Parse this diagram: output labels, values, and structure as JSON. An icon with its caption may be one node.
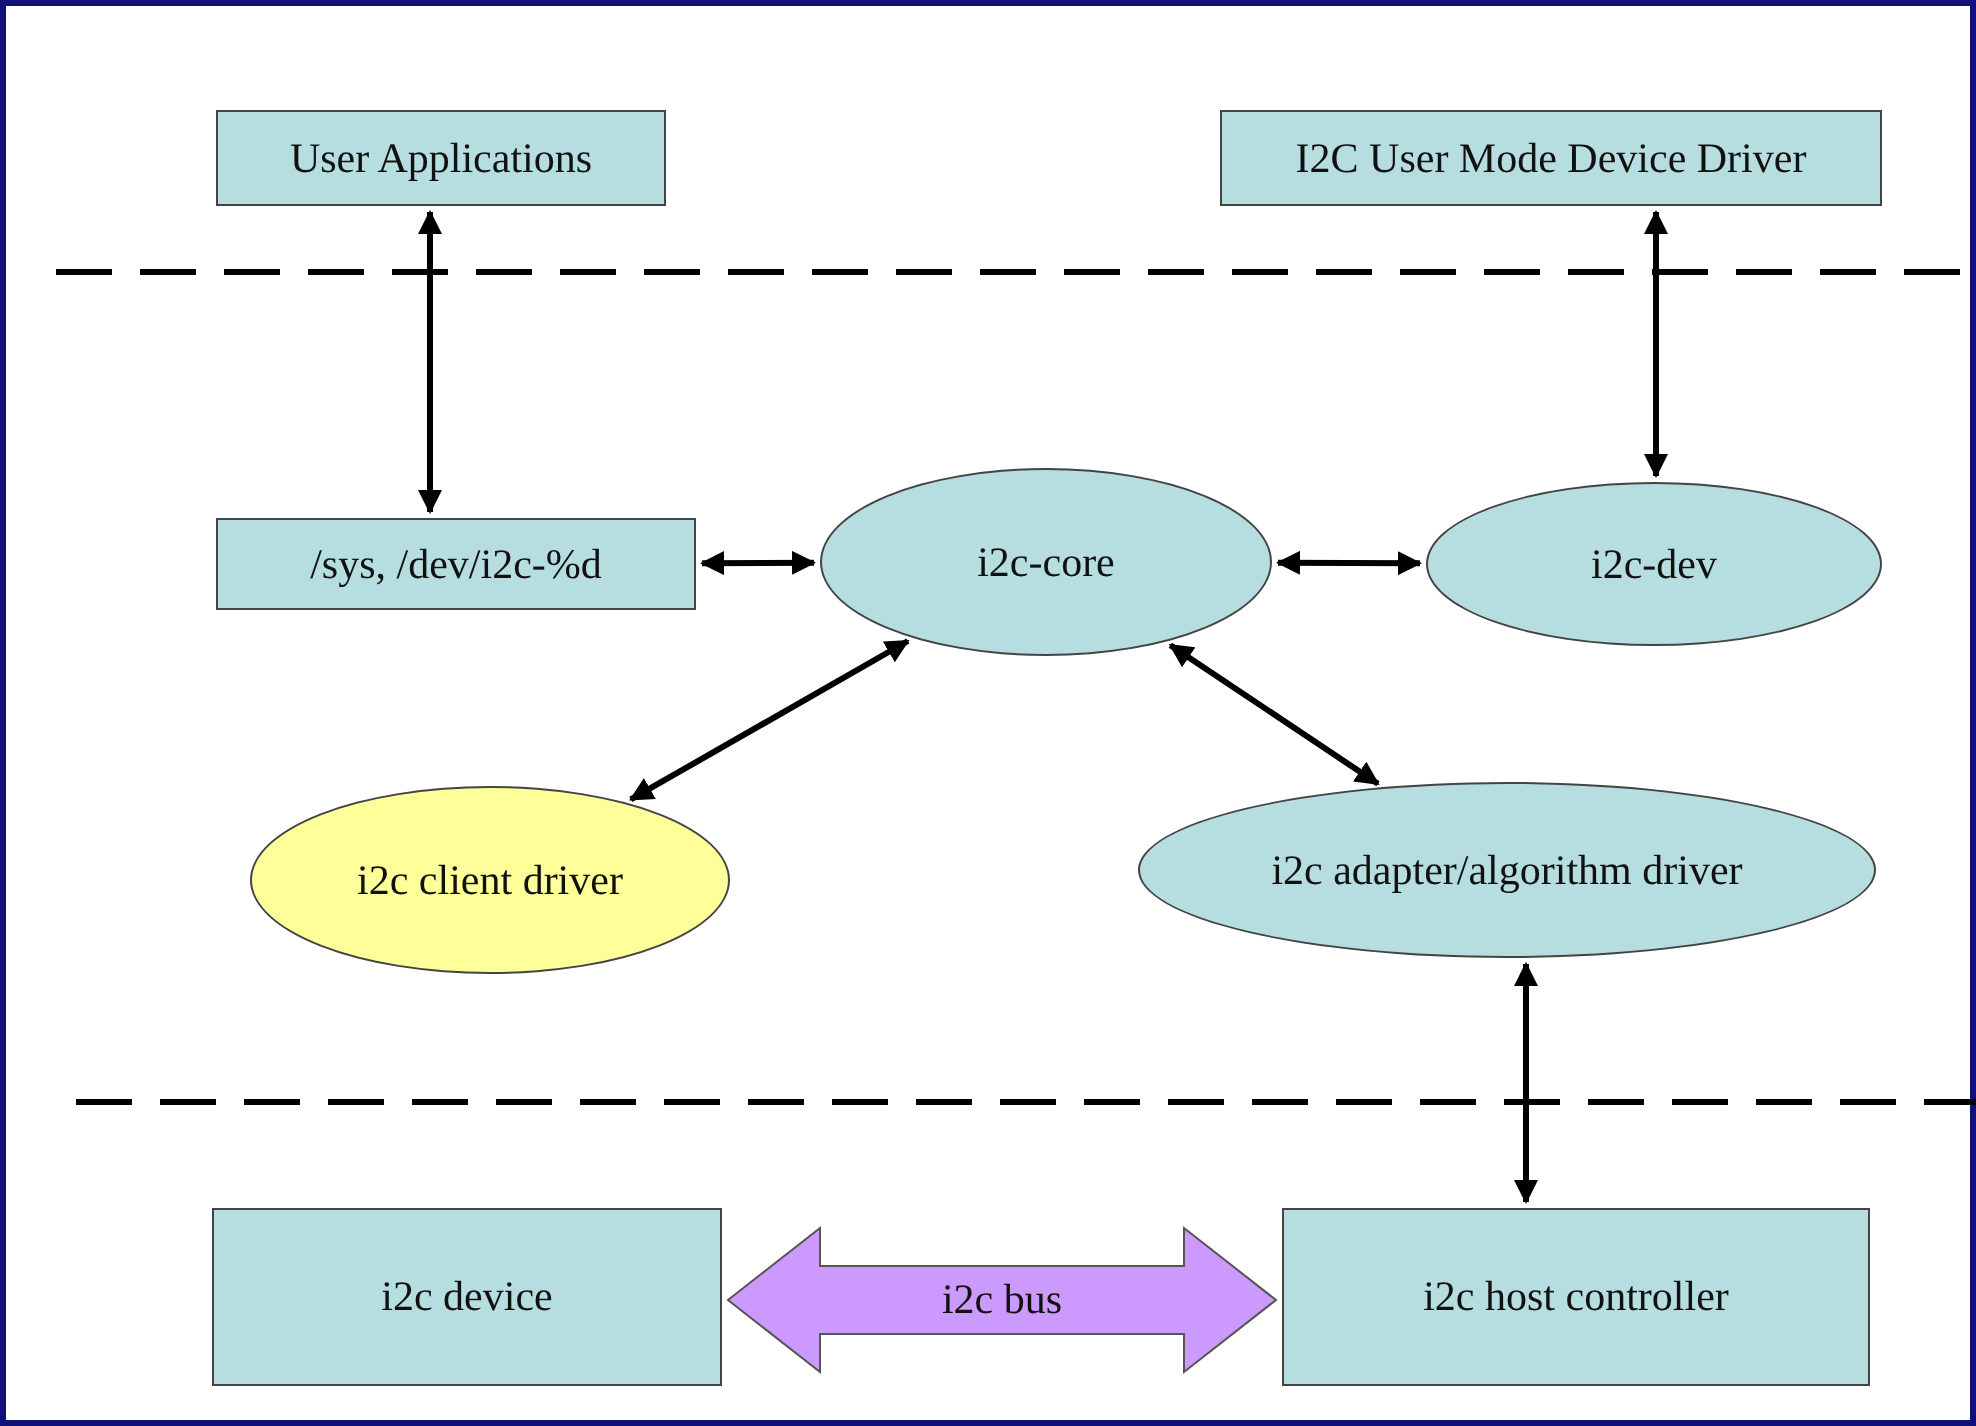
{
  "diagram": {
    "nodes": [
      {
        "text": [
          "User Applications"
        ]
      },
      {
        "text": [
          "I2C User Mode Device Driver"
        ]
      },
      {
        "text": [
          "/sys, /dev/i2c-%d"
        ]
      },
      {
        "text": [
          "i2c-core"
        ]
      },
      {
        "text": [
          "i2c-dev"
        ]
      },
      {
        "text": [
          "i2c client driver"
        ]
      },
      {
        "text": [
          "i2c adapter/algorithm driver"
        ]
      },
      {
        "text": [
          "i2c device"
        ]
      },
      {
        "text": [
          "i2c host controller"
        ]
      }
    ],
    "edges": [
      {
        "from": 0,
        "to": 2,
        "arrow": "both"
      },
      {
        "from": 1,
        "to": 4,
        "arrow": "both"
      },
      {
        "from": 2,
        "to": 3,
        "arrow": "both"
      },
      {
        "from": 3,
        "to": 4,
        "arrow": "both"
      },
      {
        "from": 3,
        "to": 5,
        "arrow": "both"
      },
      {
        "from": 3,
        "to": 6,
        "arrow": "both"
      },
      {
        "from": 6,
        "to": 8,
        "arrow": "both"
      },
      {
        "from": 7,
        "to": 8,
        "arrow": "both",
        "label": "i2c bus",
        "style": "thick",
        "color": "#cc99ff"
      }
    ]
  }
}
